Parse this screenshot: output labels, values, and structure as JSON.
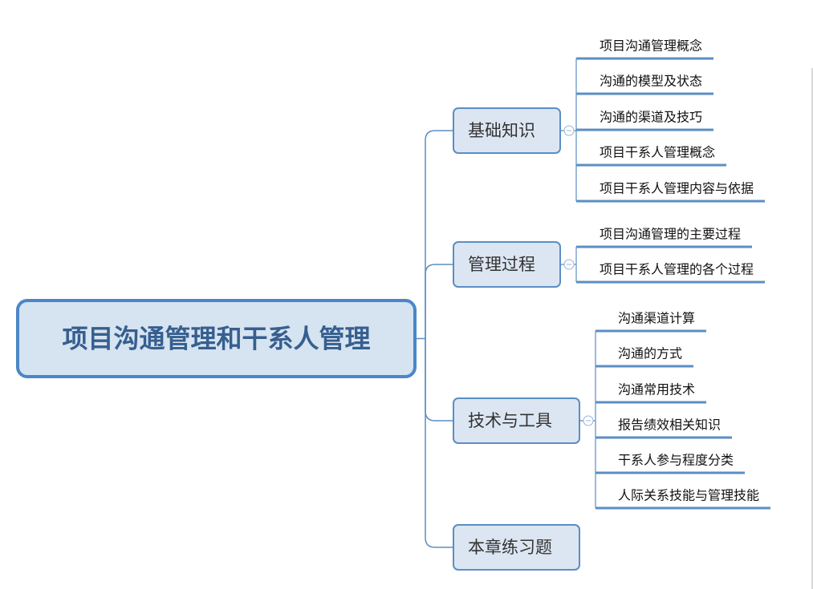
{
  "mindmap": {
    "root": {
      "label": "项目沟通管理和干系人管理"
    },
    "branches": [
      {
        "label": "基础知识",
        "collapse_icon": "collapse-icon",
        "children": [
          "项目沟通管理概念",
          "沟通的模型及状态",
          "沟通的渠道及技巧",
          "项目干系人管理概念",
          "项目干系人管理内容与依据"
        ]
      },
      {
        "label": "管理过程",
        "collapse_icon": "collapse-icon",
        "children": [
          "项目沟通管理的主要过程",
          "项目干系人管理的各个过程"
        ]
      },
      {
        "label": "技术与工具",
        "collapse_icon": "collapse-icon",
        "children": [
          "沟通渠道计算",
          "沟通的方式",
          "沟通常用技术",
          "报告绩效相关知识",
          "干系人参与程度分类",
          "人际关系技能与管理技能"
        ]
      },
      {
        "label": "本章练习题",
        "children": []
      }
    ]
  },
  "colors": {
    "root_fill": "#d6e3f1",
    "root_border": "#4a86c8",
    "root_text": "#365f8f",
    "node_fill": "#dce6f2",
    "node_border": "#5b8ec4",
    "node_text": "#333333",
    "line": "#5b8ec4",
    "leaf_text": "#111111"
  }
}
